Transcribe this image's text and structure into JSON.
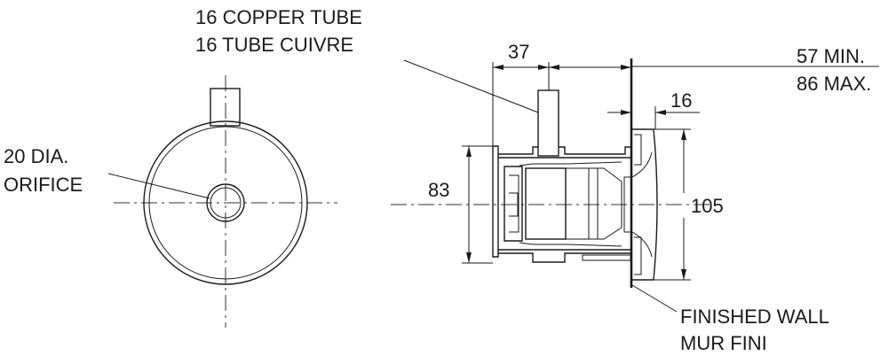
{
  "labels": {
    "copper_tube_en": "16 COPPER TUBE",
    "copper_tube_fr": "16 TUBE CUIVRE",
    "orifice_dia": "20 DIA.",
    "orifice": "ORIFICE",
    "dim_83": "83",
    "dim_37": "37",
    "depth_min": "57 MIN.",
    "depth_max": "86 MAX.",
    "dim_16": "16",
    "dim_105": "105",
    "finished_wall_en": "FINISHED WALL",
    "finished_wall_fr": "MUR FINI"
  }
}
